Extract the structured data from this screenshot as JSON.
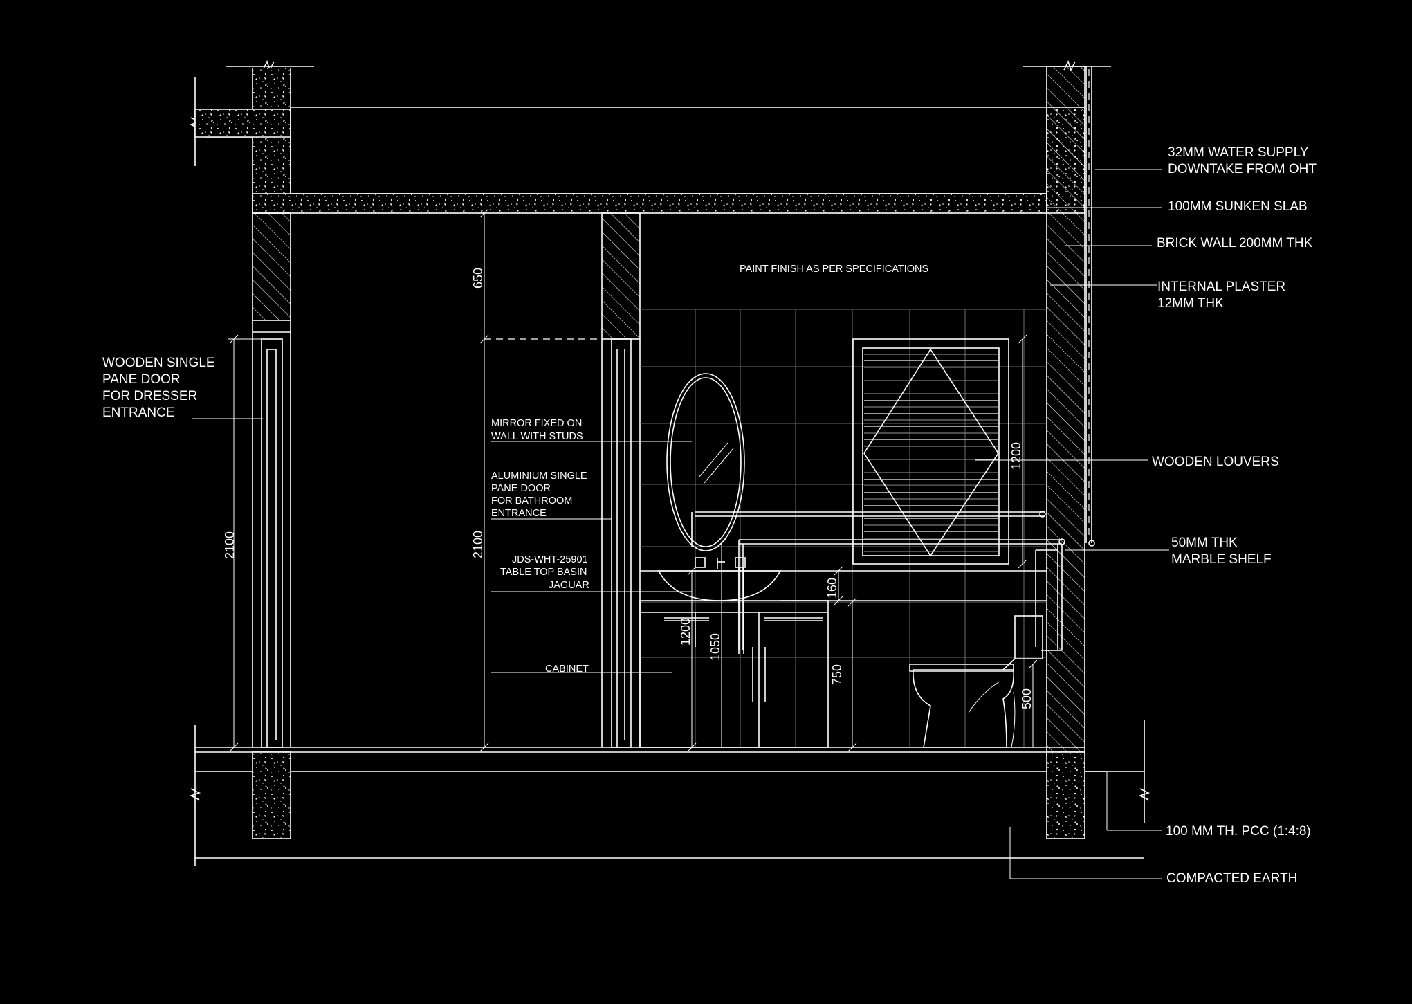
{
  "colors": {
    "background": "#000000",
    "lines": "#ffffff",
    "tile_lines": "#6a6a6a"
  },
  "labels": {
    "water_supply_1": "32MM WATER SUPPLY",
    "water_supply_2": "DOWNTAKE FROM OHT",
    "sunken_slab": "100MM SUNKEN SLAB",
    "brick_wall": "BRICK WALL 200MM THK",
    "internal_plaster_1": "INTERNAL PLASTER",
    "internal_plaster_2": "12MM THK",
    "paint_finish": "PAINT FINISH AS PER SPECIFICATIONS",
    "wooden_door_1": "WOODEN SINGLE",
    "wooden_door_2": "PANE DOOR",
    "wooden_door_3": "FOR DRESSER",
    "wooden_door_4": "ENTRANCE",
    "mirror_1": "MIRROR FIXED ON",
    "mirror_2": "WALL WITH STUDS",
    "alu_door_1": "ALUMINIUM SINGLE",
    "alu_door_2": "PANE DOOR",
    "alu_door_3": "FOR BATHROOM",
    "alu_door_4": "ENTRANCE",
    "basin_1": "JDS-WHT-25901",
    "basin_2": "TABLE TOP BASIN",
    "basin_3": "JAGUAR",
    "cabinet": "CABINET",
    "wooden_louvers": "WOODEN LOUVERS",
    "marble_shelf_1": "50MM THK",
    "marble_shelf_2": "MARBLE SHELF",
    "pcc": "100 MM TH. PCC (1:4:8)",
    "compacted_earth": "COMPACTED EARTH"
  },
  "dimensions": {
    "left_door_height": "2100",
    "alu_door_upper": "650",
    "alu_door_height": "2100",
    "louver_height": "1200",
    "basin_height": "1200",
    "tap_height": "1050",
    "shelf_gap": "160",
    "cabinet_height": "750",
    "wc_height": "500"
  }
}
